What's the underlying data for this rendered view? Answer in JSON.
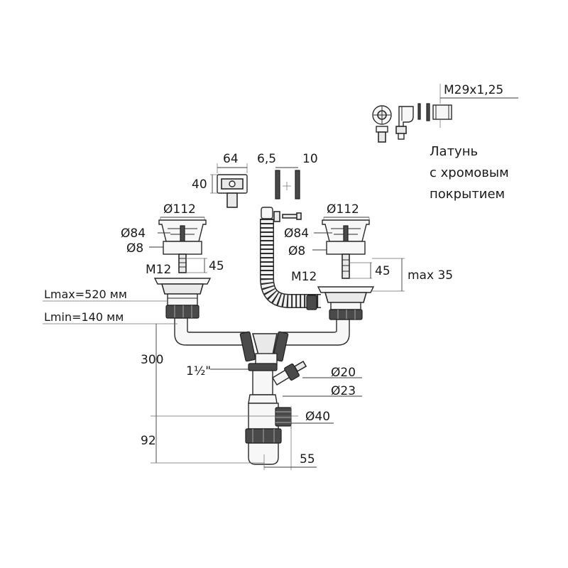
{
  "colors": {
    "line": "#2a2a2a",
    "fill": "#e9e9e9",
    "dark": "#4a4a4a",
    "background": "#ffffff"
  },
  "labels": {
    "thread_spec": "M29x1,25",
    "material_note": [
      "Латунь",
      "с хромовым",
      "покрытием"
    ],
    "grate_width": "64",
    "grate_height": "40",
    "overflow_dim_a": "6,5",
    "overflow_dim_b": "10",
    "left": {
      "outer_diameter": "Ø112",
      "strainer_diameter": "Ø84",
      "rod_diameter": "Ø8",
      "thread": "M12",
      "height": "45"
    },
    "right": {
      "outer_diameter": "Ø112",
      "strainer_diameter": "Ø84",
      "rod_diameter": "Ø8",
      "thread": "M12",
      "height": "45"
    },
    "max_thickness": "max 35",
    "lmax": "Lmax=520 мм",
    "lmin": "Lmin=140 мм",
    "drop_height": "300",
    "outlet_thread": "1½\"",
    "branch_inner": "Ø20",
    "branch_outer": "Ø23",
    "outlet_diameter": "Ø40",
    "bottom_height": "92",
    "bottom_offset": "55"
  }
}
